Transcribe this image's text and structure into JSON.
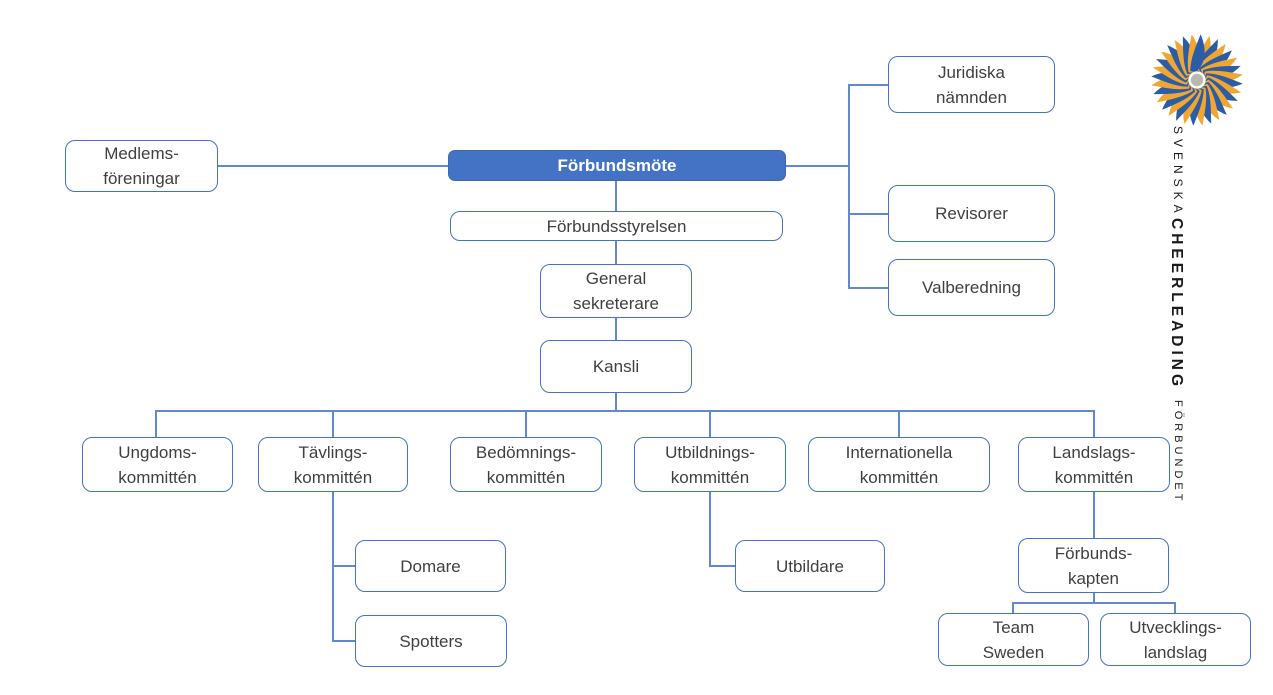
{
  "colors": {
    "accent_blue": "#4472C4",
    "box_border": "#4472C4",
    "connector": "#6388CE",
    "text": "#3F3F3F",
    "logo_yellow": "#F2A632",
    "logo_blue": "#2C5DA4",
    "logo_center_gray": "#B9B9B1"
  },
  "nodes": {
    "medlemsforeningar": {
      "label": "Medlems-\nföreningar"
    },
    "forbundsmote": {
      "label": "Förbundsmöte"
    },
    "forbundsstyrelsen": {
      "label": "Förbundsstyrelsen"
    },
    "generalsekreterare": {
      "label": "General\nsekreterare"
    },
    "kansli": {
      "label": "Kansli"
    },
    "juridiska": {
      "label": "Juridiska\nnämnden"
    },
    "revisorer": {
      "label": "Revisorer"
    },
    "valberedning": {
      "label": "Valberedning"
    },
    "ungdoms": {
      "label": "Ungdoms-\nkommittén"
    },
    "tavlings": {
      "label": "Tävlings-\nkommittén"
    },
    "bedomnings": {
      "label": "Bedömnings-\nkommittén"
    },
    "utbildnings": {
      "label": "Utbildnings-\nkommittén"
    },
    "internationella": {
      "label": "Internationella\nkommittén"
    },
    "landslags": {
      "label": "Landslags-\nkommittén"
    },
    "domare": {
      "label": "Domare"
    },
    "spotters": {
      "label": "Spotters"
    },
    "utbildare": {
      "label": "Utbildare"
    },
    "forbundskapten": {
      "label": "Förbunds-\nkapten"
    },
    "teamsweden": {
      "label": "Team\nSweden"
    },
    "utvecklingslandslag": {
      "label": "Utvecklings-\nlandslag"
    }
  },
  "logo": {
    "word1": "SVENSKA",
    "word2": "CHEERLEADING",
    "word3": "FÖRBUNDET"
  }
}
